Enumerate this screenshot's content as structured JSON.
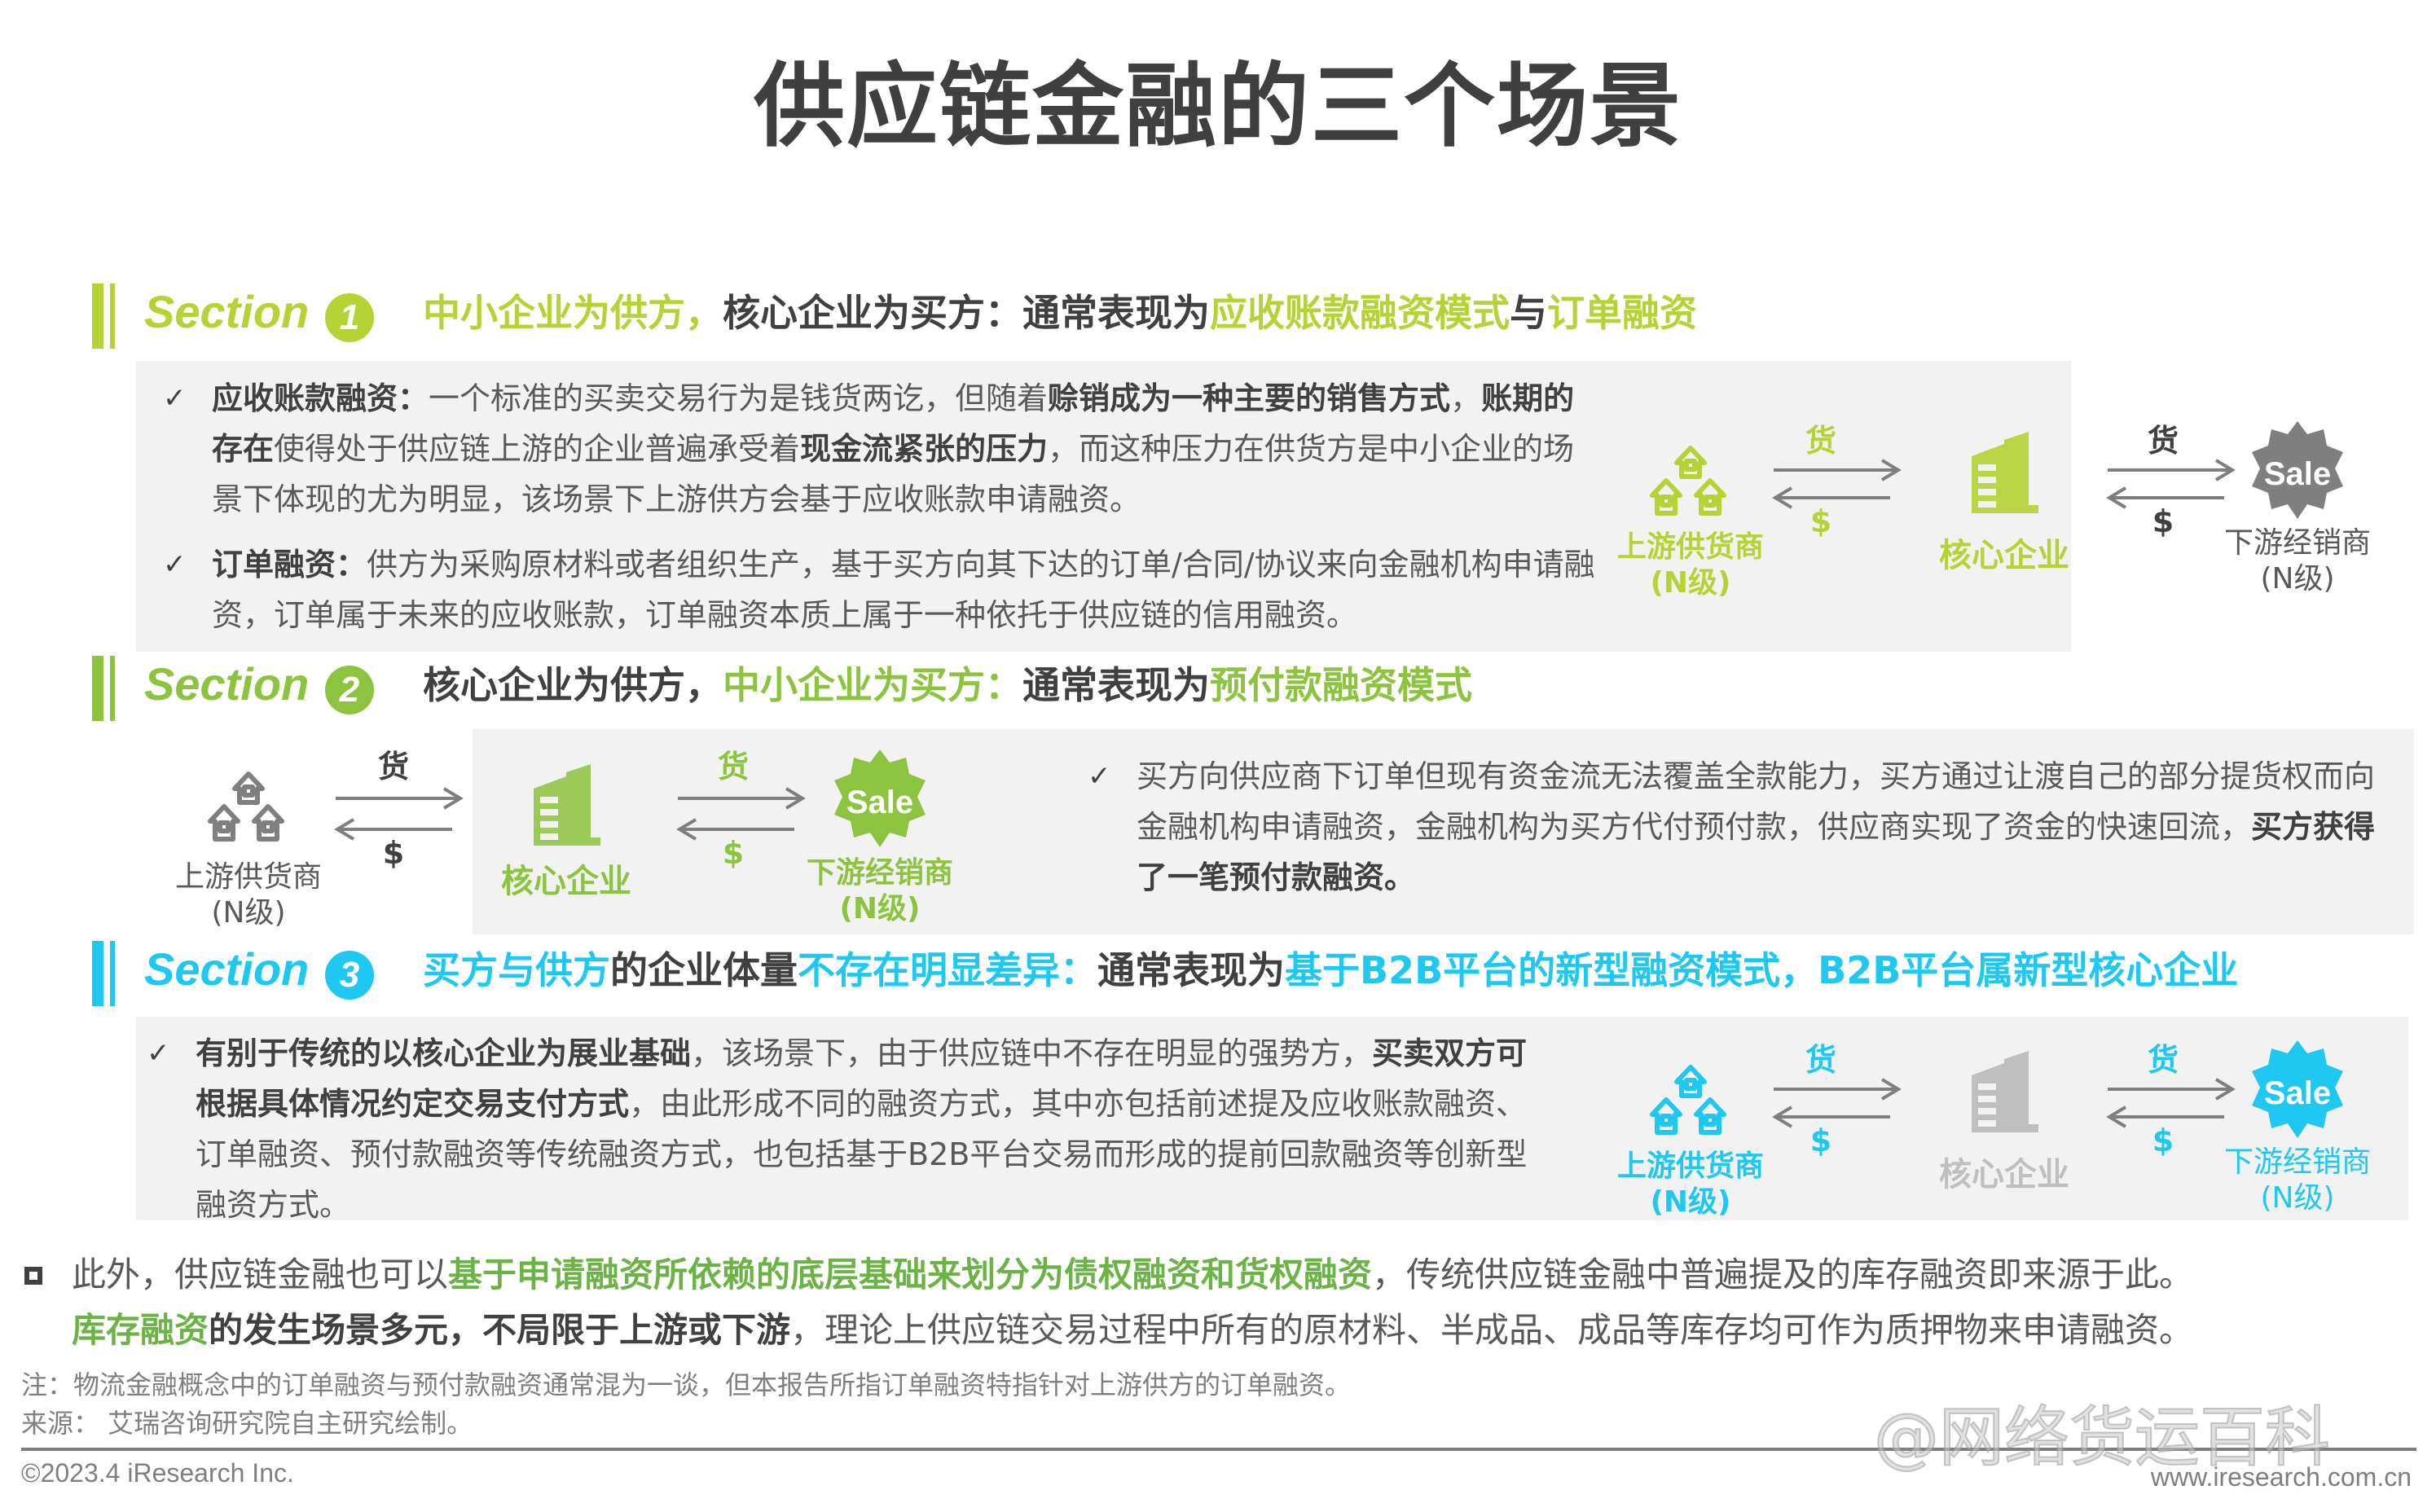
{
  "page": {
    "title": "供应链金融的三个场景"
  },
  "colors": {
    "section1": "#b5d334",
    "section2": "#8cc43f",
    "section3": "#1ec8f0",
    "text_dark": "#404040",
    "text_body": "#595959",
    "box_bg": "#f2f2f2",
    "gray_icon": "#7f7f7f",
    "footer_green": "#6ab344"
  },
  "section1": {
    "label": "Section",
    "number": "1",
    "title_parts": [
      "中小企业为供方，",
      "核心企业为买方：通常表现为",
      "应收账款融资模式",
      "与",
      "订单融资"
    ],
    "bullets": [
      {
        "parts": [
          {
            "t": "应收账款融资：",
            "b": true
          },
          {
            "t": "一个标准的买卖交易行为是钱货两讫，但随着",
            "b": false
          },
          {
            "t": "赊销成为一种主要的销售方式",
            "b": true
          },
          {
            "t": "，",
            "b": false
          },
          {
            "t": "账期的存在",
            "b": true
          },
          {
            "t": "使得处于供应链上游的企业普遍承受着",
            "b": false
          },
          {
            "t": "现金流紧张的压力",
            "b": true
          },
          {
            "t": "，而这种压力在供货方是中小企业的场景下体现的尤为明显，该场景下上游供方会基于应收账款申请融资。",
            "b": false
          }
        ]
      },
      {
        "parts": [
          {
            "t": "订单融资：",
            "b": true
          },
          {
            "t": "供方为采购原材料或者组织生产，基于买方向其下达的订单/合同/协议来向金融机构申请融资，订单属于未来的应收账款，订单融资本质上属于一种依托于供应链的信用融资。",
            "b": false
          }
        ]
      }
    ],
    "diagram": {
      "upstream": {
        "label": "上游供货商",
        "sub": "(N级)"
      },
      "core": {
        "label": "核心企业"
      },
      "downstream": {
        "label": "下游经销商",
        "sub": "(N级)",
        "badge": "Sale"
      },
      "goods": "货",
      "money": "$"
    }
  },
  "section2": {
    "label": "Section",
    "number": "2",
    "title_parts": [
      "核心企业为供方，",
      "中小企业为买方：",
      "通常表现为",
      "预付款融资模式"
    ],
    "bullets": [
      {
        "parts": [
          {
            "t": "买方向供应商下订单但现有资金流无法覆盖全款能力，买方通过让渡自己的部分提货权而向金融机构申请融资，金融机构为买方代付预付款，供应商实现了资金的快速回流，",
            "b": false
          },
          {
            "t": "买方获得了一笔预付款融资。",
            "b": true
          }
        ]
      }
    ],
    "diagram": {
      "upstream": {
        "label": "上游供货商",
        "sub": "(N级)"
      },
      "core": {
        "label": "核心企业"
      },
      "downstream": {
        "label": "下游经销商",
        "sub": "(N级)",
        "badge": "Sale"
      },
      "goods": "货",
      "money": "$"
    }
  },
  "section3": {
    "label": "Section",
    "number": "3",
    "title_parts": [
      "买方与供方",
      "的企业体量",
      "不存在明显差异：",
      "通常表现为",
      "基于B2B平台的新型融资模式，B2B平台属新型核心企业"
    ],
    "bullets": [
      {
        "parts": [
          {
            "t": "有别于传统的以核心企业为展业基础",
            "b": true
          },
          {
            "t": "，该场景下，由于供应链中不存在明显的强势方，",
            "b": false
          },
          {
            "t": "买卖双方可根据具体情况约定交易支付方式",
            "b": true
          },
          {
            "t": "，由此形成不同的融资方式，其中亦包括前述提及应收账款融资、订单融资、预付款融资等传统融资方式，也包括基于B2B平台交易而形成的提前回款融资等创新型融资方式。",
            "b": false
          }
        ]
      }
    ],
    "diagram": {
      "upstream": {
        "label": "上游供货商",
        "sub": "(N级)"
      },
      "core": {
        "label": "核心企业"
      },
      "downstream": {
        "label": "下游经销商",
        "sub": "(N级)",
        "badge": "Sale"
      },
      "goods": "货",
      "money": "$"
    }
  },
  "footer": {
    "line1_parts": [
      "此外，供应链金融也可以",
      "基于申请融资所依赖的底层基础来划分为债权融资和货权融资",
      "，传统供应链金融中普遍提及的库存融资即来源于此。"
    ],
    "line2_parts": [
      "库存融资",
      "的发生场景多元，不局限于上游或下游",
      "，理论上供应链交易过程中所有的原材料、半成品、成品等库存均可作为质押物来申请融资。"
    ],
    "note": "注：物流金融概念中的订单融资与预付款融资通常混为一谈，但本报告所指订单融资特指针对上游供方的订单融资。",
    "source": "来源：  艾瑞咨询研究院自主研究绘制。",
    "copyright": "©2023.4 iResearch Inc.",
    "website": "www.iresearch.com.cn",
    "watermark": "@网络货运百科"
  }
}
